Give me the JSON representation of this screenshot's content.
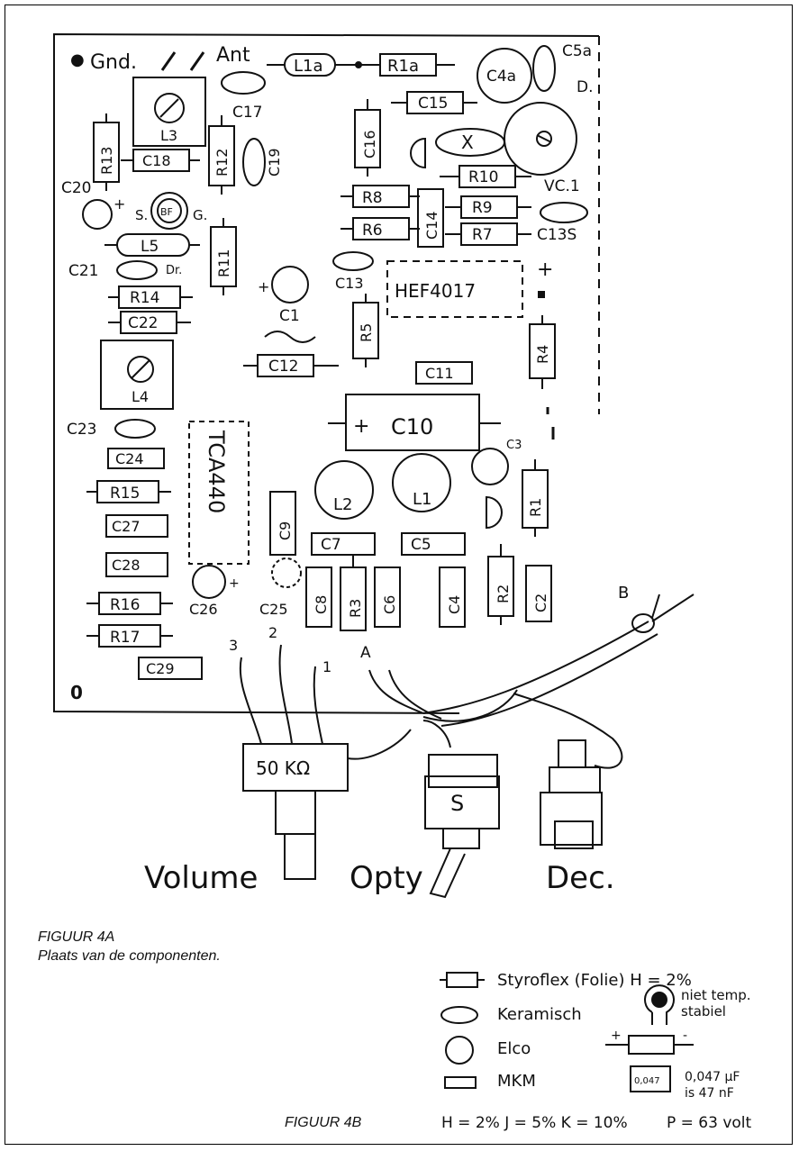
{
  "figure_4a": {
    "title": "FIGUUR 4A",
    "subtitle": "Plaats van de componenten."
  },
  "figure_4b": {
    "title": "FIGUUR 4B"
  },
  "board_labels": {
    "gnd": "Gnd.",
    "ant": "Ant",
    "hole": "0"
  },
  "components": {
    "L1a": "L1a",
    "R1a": "R1a",
    "C4a": "C4a",
    "C5a": "C5a",
    "D": "D.",
    "C17": "C17",
    "L3": "L3",
    "R13": "R13",
    "C18": "C18",
    "R12": "R12",
    "C19": "C19",
    "C15": "C15",
    "C16": "C16",
    "X": "X",
    "R10": "R10",
    "VC1": "VC.1",
    "R8": "R8",
    "R6": "R6",
    "C14": "C14",
    "R9": "R9",
    "R7": "R7",
    "C13S": "C13S",
    "C20": "C20",
    "S": "S.",
    "BF": "BF",
    "G": "G.",
    "L5": "L5",
    "R11": "R11",
    "C21": "C21",
    "Dr": "Dr.",
    "R14": "R14",
    "C22": "C22",
    "C1": "C1",
    "C13": "C13",
    "HEF4017": "HEF4017",
    "R5": "R5",
    "R4": "R4",
    "L4": "L4",
    "C12": "C12",
    "C11": "C11",
    "C10": "C10",
    "C23": "C23",
    "C24": "C24",
    "TCA440": "TCA440",
    "C3": "C3",
    "L2": "L2",
    "L1": "L1",
    "R1": "R1",
    "R15": "R15",
    "C27": "C27",
    "C9": "C9",
    "C7": "C7",
    "C5": "C5",
    "C28": "C28",
    "C26": "C26",
    "C25": "C25",
    "C8": "C8",
    "R3": "R3",
    "C6": "C6",
    "C4": "C4",
    "R2": "R2",
    "C2": "C2",
    "R16": "R16",
    "R17": "R17",
    "C29": "C29"
  },
  "wire_labels": {
    "w1": "1",
    "w2": "2",
    "w3": "3",
    "A": "A",
    "B": "B"
  },
  "controls": {
    "pot": "50 KΩ",
    "switch": "S",
    "volume": "Volume",
    "opty": "Opty",
    "dec": "Dec."
  },
  "legend": {
    "styroflex": "Styroflex (Folie) H = 2%",
    "keramisch": "Keramisch",
    "niet_temp": "niet temp.",
    "stabiel": "stabiel",
    "elco": "Elco",
    "mkm": "MKM",
    "mkm_value": "0,047",
    "uf": "0,047 μF",
    "nf": "is 47 nF",
    "tolerances": "H = 2%   J = 5%   K = 10%",
    "voltage": "P = 63 volt"
  },
  "symbols": {
    "plus": "+",
    "minus": "-"
  }
}
